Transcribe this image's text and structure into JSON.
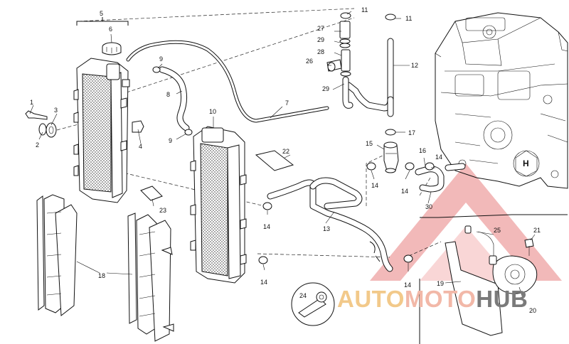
{
  "callouts": [
    {
      "id": "c1",
      "label": "1"
    },
    {
      "id": "c2",
      "label": "2"
    },
    {
      "id": "c3",
      "label": "3"
    },
    {
      "id": "c4",
      "label": "4"
    },
    {
      "id": "c5",
      "label": "5"
    },
    {
      "id": "c6",
      "label": "6"
    },
    {
      "id": "c7",
      "label": "7"
    },
    {
      "id": "c8",
      "label": "8"
    },
    {
      "id": "c9a",
      "label": "9"
    },
    {
      "id": "c9b",
      "label": "9"
    },
    {
      "id": "c10",
      "label": "10"
    },
    {
      "id": "c11a",
      "label": "11"
    },
    {
      "id": "c11b",
      "label": "11"
    },
    {
      "id": "c12",
      "label": "12"
    },
    {
      "id": "c13",
      "label": "13"
    },
    {
      "id": "c14a",
      "label": "14"
    },
    {
      "id": "c14b",
      "label": "14"
    },
    {
      "id": "c14c",
      "label": "14"
    },
    {
      "id": "c14d",
      "label": "14"
    },
    {
      "id": "c14e",
      "label": "14"
    },
    {
      "id": "c14f",
      "label": "14"
    },
    {
      "id": "c15",
      "label": "15"
    },
    {
      "id": "c16",
      "label": "16"
    },
    {
      "id": "c17",
      "label": "17"
    },
    {
      "id": "c18",
      "label": "18"
    },
    {
      "id": "c19",
      "label": "19"
    },
    {
      "id": "c20",
      "label": "20"
    },
    {
      "id": "c21",
      "label": "21"
    },
    {
      "id": "c22",
      "label": "22"
    },
    {
      "id": "c23",
      "label": "23"
    },
    {
      "id": "c24",
      "label": "24"
    },
    {
      "id": "c25",
      "label": "25"
    },
    {
      "id": "c26",
      "label": "26"
    },
    {
      "id": "c27",
      "label": "27"
    },
    {
      "id": "c28",
      "label": "28"
    },
    {
      "id": "c29a",
      "label": "29"
    },
    {
      "id": "c29b",
      "label": "29"
    },
    {
      "id": "c30",
      "label": "30"
    }
  ],
  "watermark": {
    "part1": "AUTO",
    "part2": "MOTO",
    "part3": "HUB",
    "color_primary": "#f2c98a",
    "color_secondary": "#e36a6a",
    "color_dark": "#7a7a7a"
  }
}
